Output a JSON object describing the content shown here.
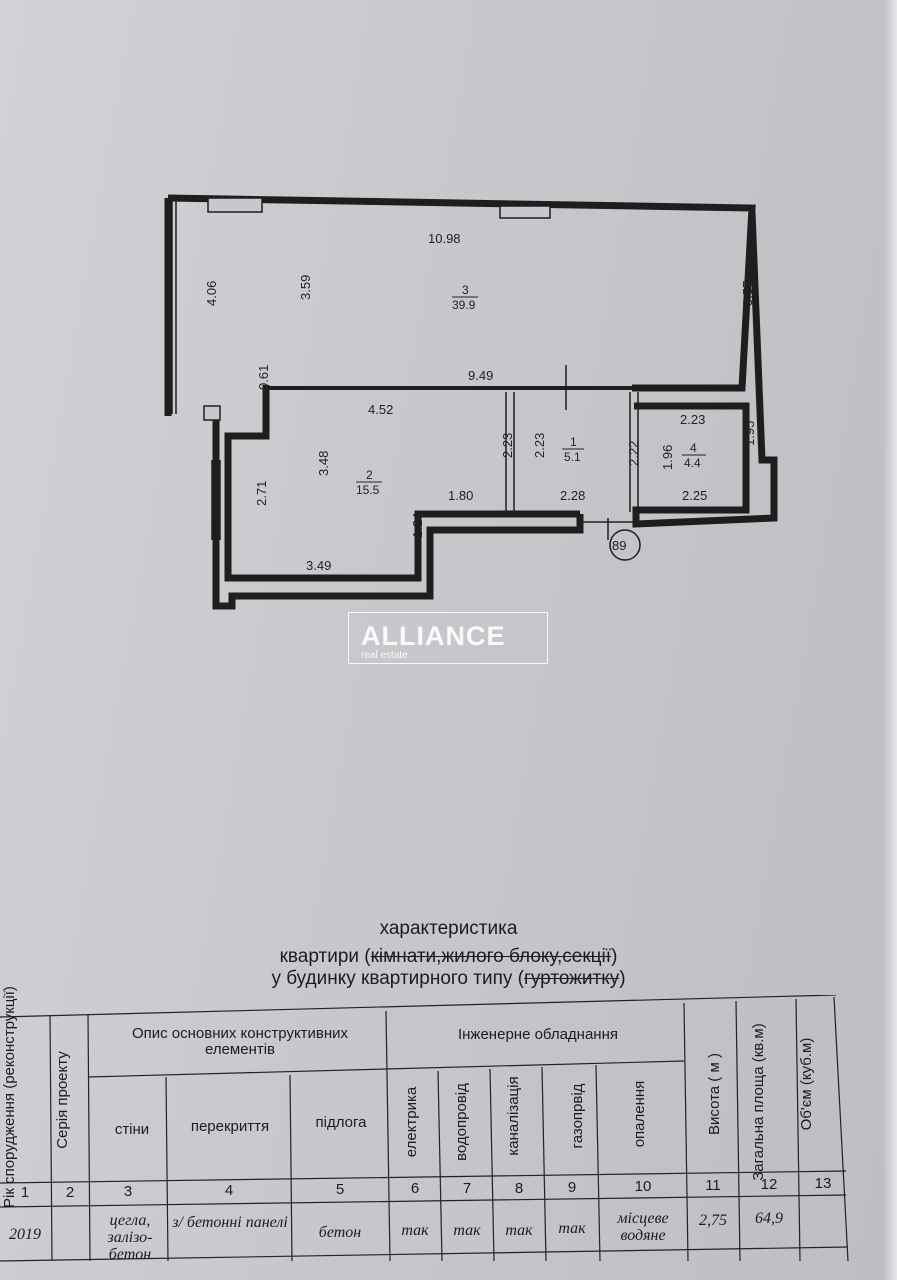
{
  "plan": {
    "dims": {
      "top_width": "10.98",
      "left_height": "4.06",
      "room3_height": "3.59",
      "right_height": "3.57",
      "mid_width": "9.49",
      "step": "0.61",
      "room2_width": "4.52",
      "room2_height": "3.48",
      "left_lower": "2.71",
      "corridor_left": "2.23",
      "corridor_right": "2.23",
      "room1_height": "2.22",
      "room4_inner": "1.96",
      "room4_top": "2.23",
      "room4_right": "1.95",
      "room4_bottom": "2.25",
      "room1_bottom": "2.28",
      "room2_bottom_right": "1.80",
      "notch": "1.24",
      "bottom_width": "3.49"
    },
    "rooms": [
      {
        "number": "3",
        "area": "39.9"
      },
      {
        "number": "2",
        "area": "15.5"
      },
      {
        "number": "1",
        "area": "5.1"
      },
      {
        "number": "4",
        "area": "4.4"
      }
    ],
    "axis_label": "89"
  },
  "watermark": {
    "brand": "ALLIANCE",
    "sub": "real estate"
  },
  "heading": {
    "line1": "характеристика",
    "line2_plain": "квартири (",
    "line2_strike": "кімнати,жилого блоку,секції",
    "line2_end": ")",
    "line3_plain": "у будинку квартирного типу (",
    "line3_strike": "гуртожитку",
    "line3_end": ")"
  },
  "table": {
    "col_year": "Рік спорудження (реконструкції)",
    "col_series": "Серія проекту",
    "group_construct": "Опис основних конструктивних елементів",
    "col_walls": "стіни",
    "col_floors": "перекриття",
    "col_floor": "підлога",
    "group_engineering": "Інженерне обладнання",
    "col_electric": "електрика",
    "col_water": "водопровід",
    "col_sewer": "каналізація",
    "col_gas": "газопрвід",
    "col_heating": "опалення",
    "col_height": "Висота ( м )",
    "col_area": "Загальна площа (кв.м)",
    "col_volume": "Об'єм (куб.м)",
    "numbers": [
      "1",
      "2",
      "3",
      "4",
      "5",
      "6",
      "7",
      "8",
      "9",
      "10",
      "11",
      "12",
      "13"
    ],
    "row": {
      "year": "2019",
      "series": "",
      "walls": "цегла, залізо-бетон",
      "floors": "з/ бетонні панелі",
      "floor": "бетон",
      "electric": "так",
      "water": "так",
      "sewer": "так",
      "gas": "так",
      "heating": "місцеве водяне",
      "height": "2,75",
      "area": "64,9",
      "volume": ""
    }
  }
}
